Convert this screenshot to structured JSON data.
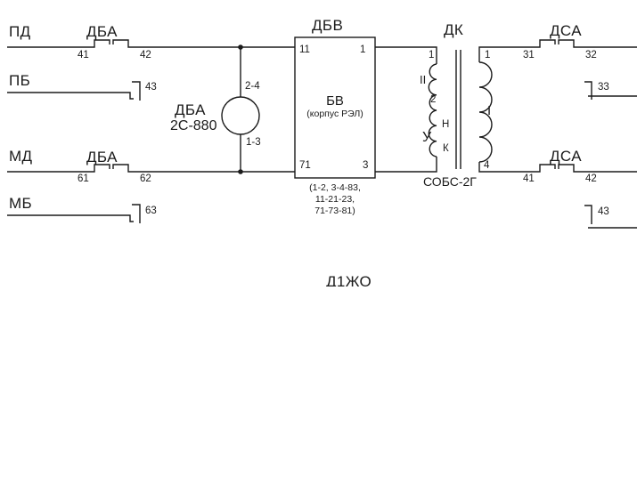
{
  "schematic": {
    "rows": {
      "pd": {
        "terminal": "ПД",
        "connector": "ДБА",
        "pin_left": "41",
        "pin_right": "42"
      },
      "pb": {
        "terminal": "ПБ",
        "pin": "43"
      },
      "md": {
        "terminal": "МД",
        "connector": "ДБА",
        "pin_left": "61",
        "pin_right": "62"
      },
      "mb": {
        "terminal": "МБ",
        "pin": "63"
      }
    },
    "relay": {
      "name": "ДБА",
      "type": "2С-880",
      "contact_top": "2-4",
      "contact_bottom": "1-3"
    },
    "block": {
      "connector": "ДБВ",
      "pin_top_left": "11",
      "pin_top_right": "1",
      "pin_bottom_left": "71",
      "pin_bottom_right": "3",
      "name": "БВ",
      "housing": "(корпус РЭЛ)",
      "notes": [
        "(1-2, 3-4-83,",
        "11-21-23,",
        "71-73-81)"
      ]
    },
    "transformer": {
      "connector": "ДК",
      "name": "СОБС-2Г",
      "primary": {
        "pin_top": "1",
        "winding": "II",
        "tap_mid": "2",
        "tap_n": "Н",
        "tap_u": "У",
        "tap_k": "К"
      },
      "secondary": {
        "pin_top": "1",
        "winding": "I",
        "pin_bottom": "4"
      }
    },
    "dsa_top": {
      "connector": "ДСА",
      "pin_left": "31",
      "pin_right": "32",
      "pin_spare": "33"
    },
    "dsa_bottom": {
      "connector": "ДСА",
      "pin_left": "41",
      "pin_right": "42",
      "pin_spare": "43"
    },
    "caption": "Д1ЖО"
  }
}
